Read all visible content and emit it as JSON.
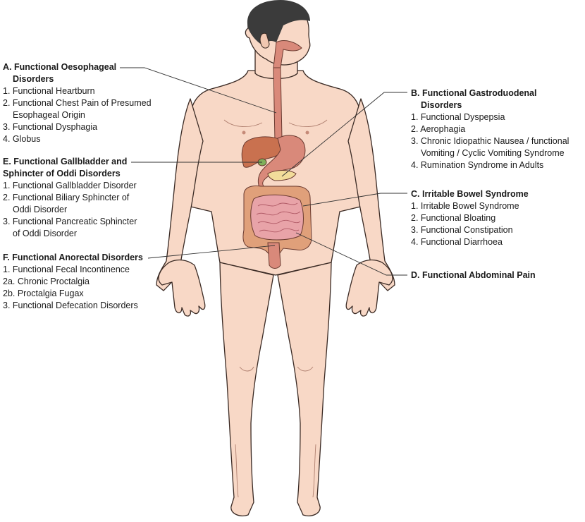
{
  "labels": {
    "A": {
      "title_line1": "A. Functional Oesophageal",
      "title_line2": "Disorders",
      "items": [
        {
          "text": "1. Functional  Heartburn"
        },
        {
          "text": "2. Functional Chest Pain of Presumed",
          "cont": "Esophageal Origin"
        },
        {
          "text": "3. Functional Dysphagia"
        },
        {
          "text": "4. Globus"
        }
      ]
    },
    "E": {
      "title_line1": "E. Functional Gallbladder and",
      "title_line2": "Sphincter of Oddi Disorders",
      "items": [
        {
          "text": "1. Functional Gallbladder Disorder"
        },
        {
          "text": "2. Functional Biliary Sphincter of",
          "cont": "Oddi Disorder"
        },
        {
          "text": "3. Functional Pancreatic Sphincter",
          "cont": "of Oddi Disorder"
        }
      ]
    },
    "F": {
      "title_line1": "F.  Functional Anorectal Disorders",
      "items": [
        {
          "text": "1. Functional Fecal Incontinence"
        },
        {
          "text": "2a. Chronic Proctalgia"
        },
        {
          "text": "2b. Proctalgia Fugax"
        },
        {
          "text": "3. Functional Defecation Disorders"
        }
      ]
    },
    "B": {
      "title_line1": "B. Functional Gastroduodenal",
      "title_line2": "Disorders",
      "items": [
        {
          "text": "1. Functional Dyspepsia"
        },
        {
          "text": "2. Aerophagia"
        },
        {
          "text": "3. Chronic Idiopathic Nausea / functional",
          "cont": "Vomiting / Cyclic Vomiting Syndrome"
        },
        {
          "text": "4. Rumination Syndrome in Adults"
        }
      ]
    },
    "C": {
      "title_line1": "C. Irritable Bowel Syndrome",
      "items": [
        {
          "text": "1. Irritable Bowel Syndrome"
        },
        {
          "text": "2. Functional Bloating"
        },
        {
          "text": "3. Functional Constipation"
        },
        {
          "text": "4. Functional Diarrhoea"
        }
      ]
    },
    "D": {
      "title_line1": "D. Functional Abdominal Pain"
    }
  },
  "colors": {
    "skin": "#f8d8c6",
    "skin_outline": "#3a2a24",
    "hair": "#3b3b3b",
    "organ_red": "#d9897a",
    "organ_dark": "#b8574c",
    "liver": "#c9714f",
    "colon": "#e0a07a",
    "small_intestine": "#e8a3a8",
    "pancreas": "#f2dc9a",
    "gallbladder": "#7fb05a",
    "leader_line": "#333333"
  }
}
